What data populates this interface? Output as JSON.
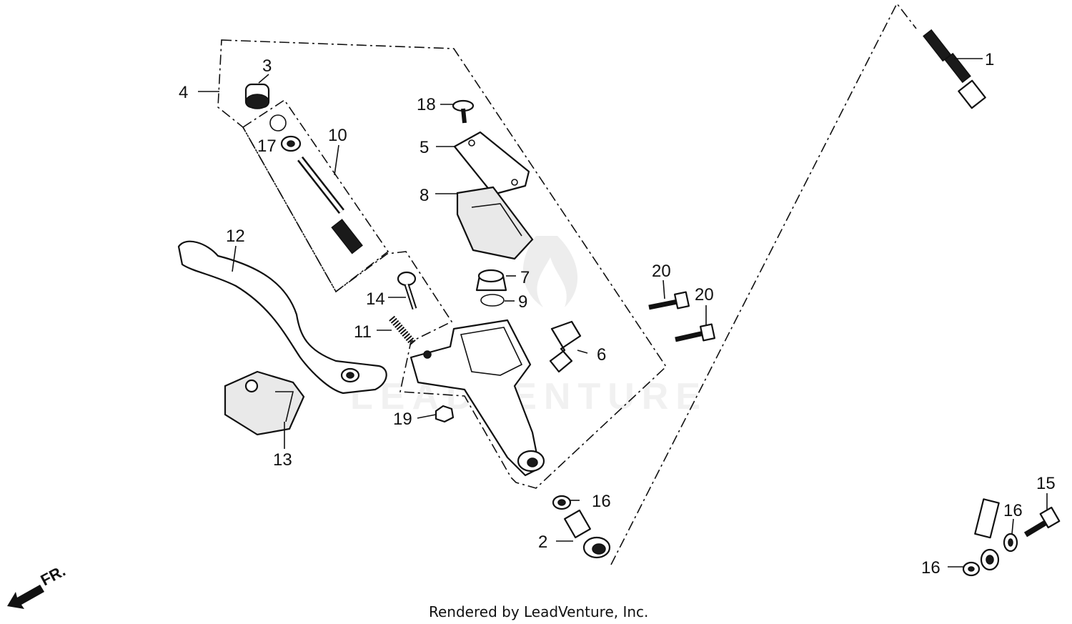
{
  "diagram": {
    "callouts": [
      "1",
      "2",
      "3",
      "4",
      "5",
      "6",
      "7",
      "8",
      "9",
      "10",
      "11",
      "12",
      "13",
      "14",
      "15",
      "16",
      "17",
      "18",
      "19",
      "20"
    ],
    "direction_label": "FR.",
    "watermark": "LEADVENTURE",
    "footer": "Rendered by LeadVenture, Inc."
  }
}
